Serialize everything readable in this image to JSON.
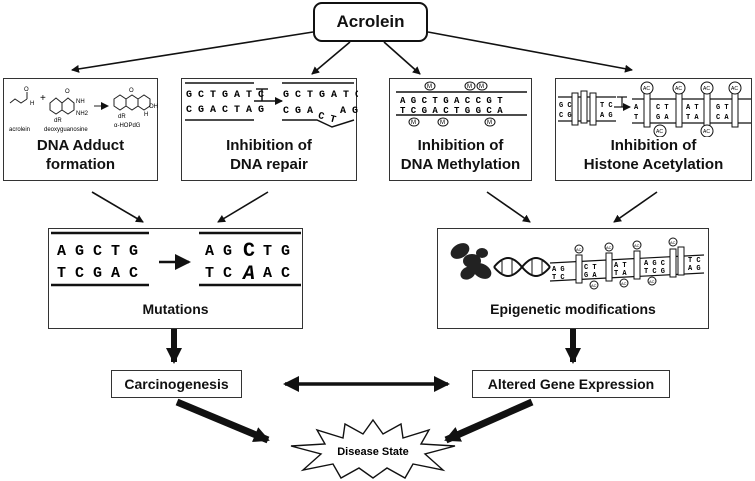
{
  "root": {
    "title": "Acrolein"
  },
  "mechanisms": {
    "adduct": {
      "line1": "DNA Adduct",
      "line2": "formation",
      "chem_acrolein": "acrolein",
      "chem_dguo": "deoxyguanosine",
      "chem_dr1": "dR",
      "chem_dr2": "dR",
      "chem_product": "α-HOPdG",
      "chem_o": "O",
      "chem_h": "H",
      "chem_nh": "NH",
      "chem_nh2": "NH2",
      "chem_n": "N",
      "chem_oh": "OH",
      "chem_plus": "+"
    },
    "repair": {
      "line1": "Inhibition of",
      "line2": "DNA repair",
      "seq_top_left": "G C T G A T C",
      "seq_bot_left": "C G A C T A G",
      "seq_top_right": "G C T G A T C",
      "seq_bot_right_a": "C G A",
      "seq_bot_right_b": "C T",
      "seq_bot_right_c": "A G"
    },
    "methylation": {
      "line1": "Inhibition of",
      "line2": "DNA Methylation",
      "seq_top": "A G C T G A C C G T",
      "seq_bot": "T C G A C T G G C A",
      "mark": "M"
    },
    "acetylation": {
      "line1": "Inhibition of",
      "line2": "Histone Acetylation",
      "mark": "AC",
      "left_top": "G C",
      "left_bot": "C G",
      "mid_top": "T C",
      "mid_bot": "A G",
      "r1t": "A",
      "r1b": "T",
      "r2t": "C T",
      "r2b": "G A",
      "r3t": "A T",
      "r3b": "T A",
      "r4t": "G T",
      "r4b": "C A"
    }
  },
  "outcomes": {
    "mutations": {
      "label": "Mutations",
      "seq_top_left": "A G C T G",
      "seq_bot_left": "T C G A C",
      "seq_top_right_a": "A G",
      "seq_top_right_b": "C",
      "seq_top_right_c": "T G",
      "seq_bot_right_a": "T C",
      "seq_bot_right_b": "A",
      "seq_bot_right_c": "A C"
    },
    "epigenetic": {
      "label": "Epigenetic modifications",
      "mark": "AC",
      "seq_top": "A G",
      "seq_bot": "T C",
      "seq2_top": "T C",
      "seq2_bot": "A G",
      "s3t": "C T",
      "s3b": "G A",
      "s4t": "A T",
      "s4b": "T A",
      "s5t": "A G C",
      "s5b": "T C G",
      "s6t": "T C",
      "s6b": "A G"
    }
  },
  "effects": {
    "carcinogenesis": "Carcinogenesis",
    "gene_expression": "Altered Gene Expression"
  },
  "final": {
    "label": "Disease State"
  }
}
